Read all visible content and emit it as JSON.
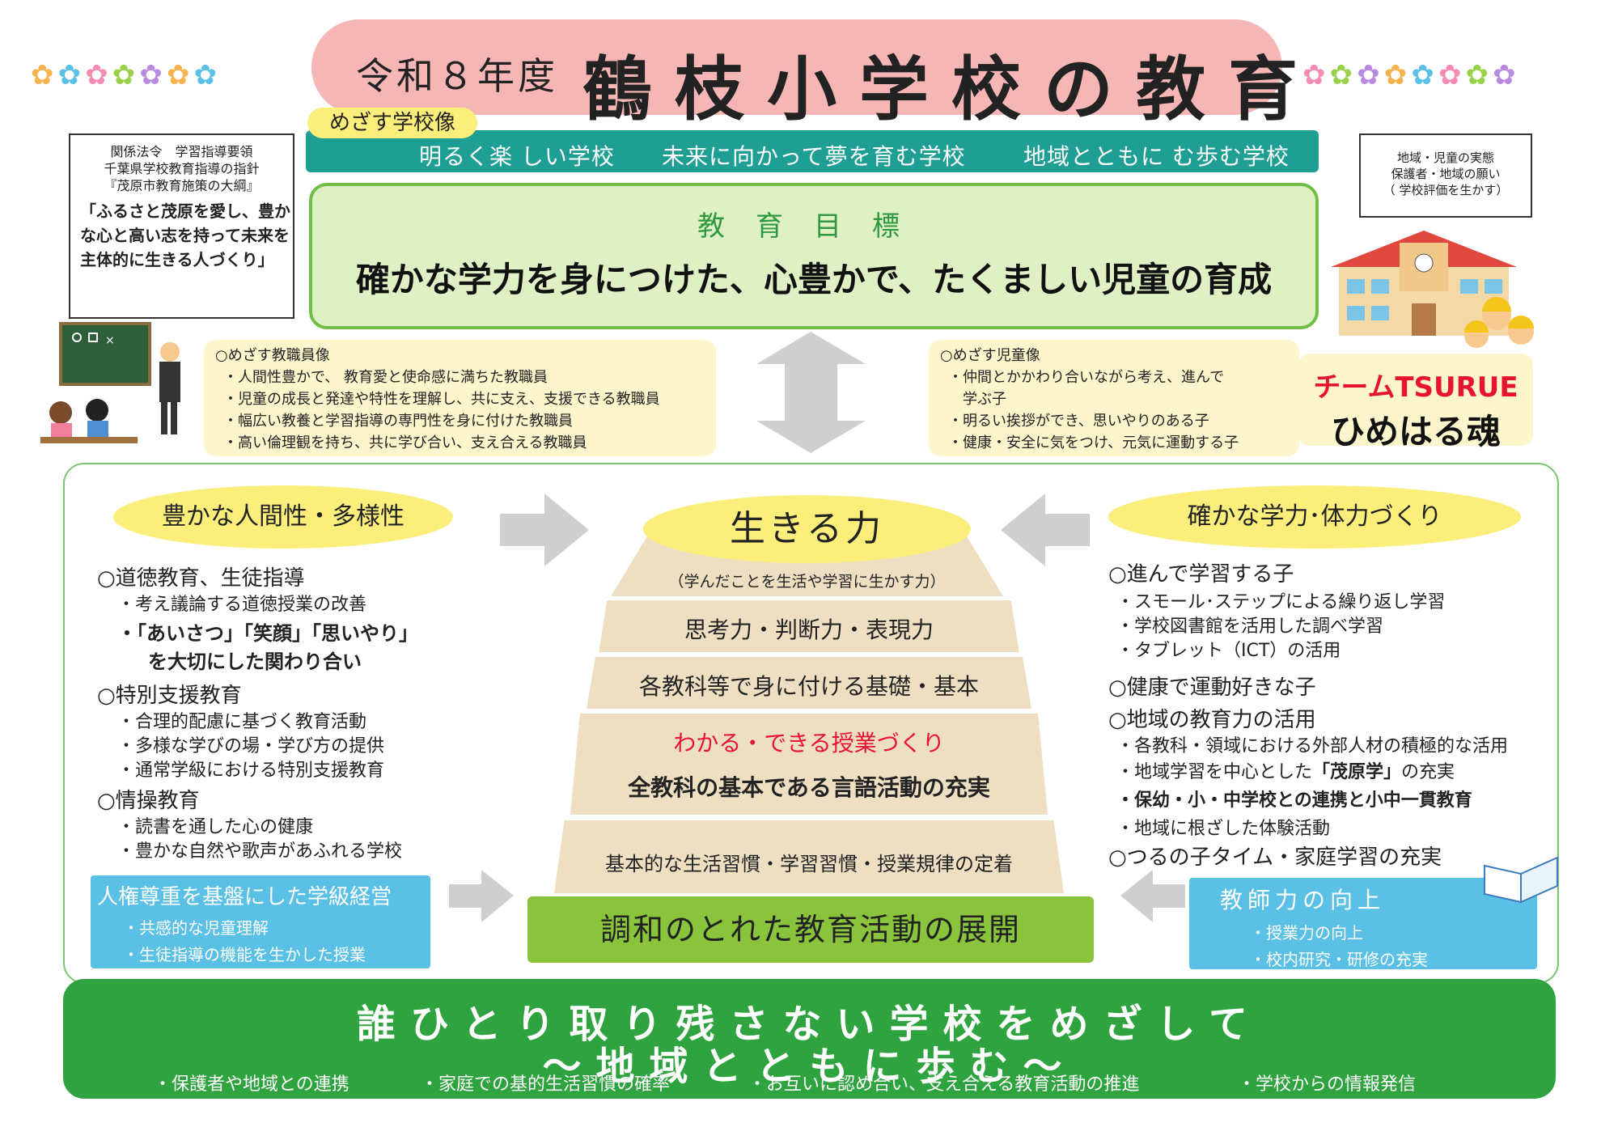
{
  "title": {
    "year": "令和８年度",
    "school": "鶴枝小学校の教育"
  },
  "vision": {
    "tag": "めざす学校像",
    "items": [
      "明るく楽 しい学校",
      "未来に向かって夢を育む学校",
      "地域とともに む歩む学校"
    ]
  },
  "legal_box": {
    "lines": [
      "関係法令　学習指導要領",
      "千葉県学校教育指導の指針",
      "『茂原市教育施策の大綱』"
    ],
    "bold": "「ふるさと茂原を愛し、豊か な心と高い志を持って未来を主体的に生きる人づくり」"
  },
  "community_box": {
    "lines": [
      "地域・児童の実態",
      "保護者・地域の願い",
      "（ 学校評価を生かす）"
    ]
  },
  "goal": {
    "label": "教育目標",
    "text": "確かな学力を身につけた、心豊かで、たくましい児童の育成"
  },
  "teacher_ideal": {
    "heading": "○めざす教職員像",
    "items": [
      "・人間性豊かで、 教育愛と使命感に満ちた教職員",
      "・児童の成長と発達や特性を理解し、共に支え、支援できる教職員",
      "・幅広い教養と学習指導の専門性を身に付けた教職員",
      "・高い倫理観を持ち、共に学び合い、支え合える教職員"
    ]
  },
  "child_ideal": {
    "heading": "○めざす児童像",
    "items": [
      "・仲間とかかわり合いながら考え、進んで",
      "　学ぶ子",
      "・明るい挨拶ができ、思いやりのある子",
      "・健康・安全に気をつけ、元気に運動する子"
    ]
  },
  "team": {
    "line1": "チームTSURUE",
    "line2": "ひめはる魂"
  },
  "left": {
    "title": "豊かな人間性・多様性",
    "s1": "○道徳教育、生徒指導",
    "s1a": "・考え議論する道徳授業の改善",
    "s1b": "・「あいさつ」「笑顔」「思いやり」",
    "s1c": "を大切にした関わり合い",
    "s2": "○特別支援教育",
    "s2items": [
      "・合理的配慮に基づく教育活動",
      "・多様な学びの場・学び方の提供",
      "・通常学級における特別支援教育"
    ],
    "s3": "○情操教育",
    "s3items": [
      "・読書を通した心の健康",
      "・豊かな自然や歌声があふれる学校"
    ]
  },
  "human_rights": {
    "title": "人権尊重を基盤にした学級経営",
    "items": [
      "・共感的な児童理解",
      "・生徒指導の機能を生かした授業"
    ]
  },
  "center": {
    "top": "生きる力",
    "top_sub": "（学んだことを生活や学習に生かす力）",
    "l2": "思考力・判断力・表現力",
    "l3": "各教科等で身に付ける基礎・基本",
    "l4a": "わかる・できる授業づくり",
    "l4b": "全教科の基本である言語活動の充実",
    "l5": "基本的な生活習慣・学習習慣・授業規律の定着",
    "base": "調和のとれた教育活動の展開"
  },
  "right": {
    "title": "確かな学力･体力づくり",
    "s1": "○進んで学習する子",
    "s1items": [
      "・スモール･ステップによる繰り返し学習",
      "・学校図書館を活用した調べ学習",
      "・タブレット（ICT）の活用"
    ],
    "s2": "○健康で運動好きな子",
    "s3": "○地域の教育力の活用",
    "s3a": "・各教科・領域における外部人材の積極的な活用",
    "s3b1": "・地域学習を中心とした",
    "s3b2": "「茂原学」",
    "s3b3": "の充実",
    "s3c": "・保幼・小・中学校との連携と小中一貫教育",
    "s3d": "・地域に根ざした体験活動",
    "s4": "○つるの子タイム・家庭学習の充実"
  },
  "teacher_power": {
    "title": "教師力の向上",
    "items": [
      "・授業力の向上",
      "・校内研究・研修の充実"
    ]
  },
  "bottom": {
    "l1": "誰ひとり取り残さない学校をめざして",
    "l2": "〜地域とともに歩む〜",
    "items": [
      "・保護者や地域との連携",
      "・家庭での基的生活習慣の確率",
      "・お互いに認め合い、支え合える教育活動の推進",
      "・学校からの情報発信"
    ]
  },
  "colors": {
    "pink": "#f7b6b6",
    "teal": "#1f9e93",
    "green": "#2fa33f",
    "lightgreen": "#dff0c5",
    "yellow": "#fbee7a",
    "blue": "#5bc0e5",
    "beige": "#eedfc3",
    "red": "#e8132f"
  }
}
